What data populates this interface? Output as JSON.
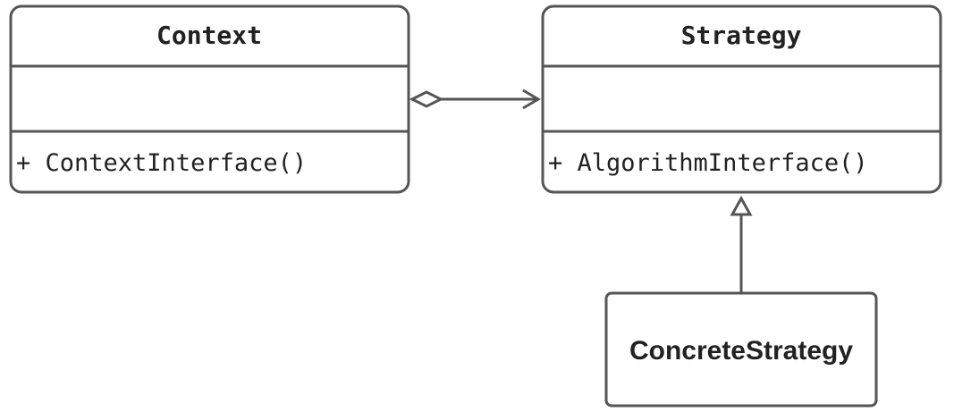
{
  "classes": {
    "context": {
      "name": "Context",
      "attributes": "",
      "method": "+ ContextInterface()"
    },
    "strategy": {
      "name": "Strategy",
      "attributes": "",
      "method": "+ AlgorithmInterface()"
    },
    "concrete_strategy": {
      "name": "ConcreteStrategy"
    }
  },
  "relationships": [
    {
      "from": "Context",
      "to": "Strategy",
      "kind": "aggregation"
    },
    {
      "from": "ConcreteStrategy",
      "to": "Strategy",
      "kind": "realization"
    }
  ],
  "colors": {
    "stroke": "#555555",
    "text": "#222222",
    "background": "#ffffff"
  }
}
